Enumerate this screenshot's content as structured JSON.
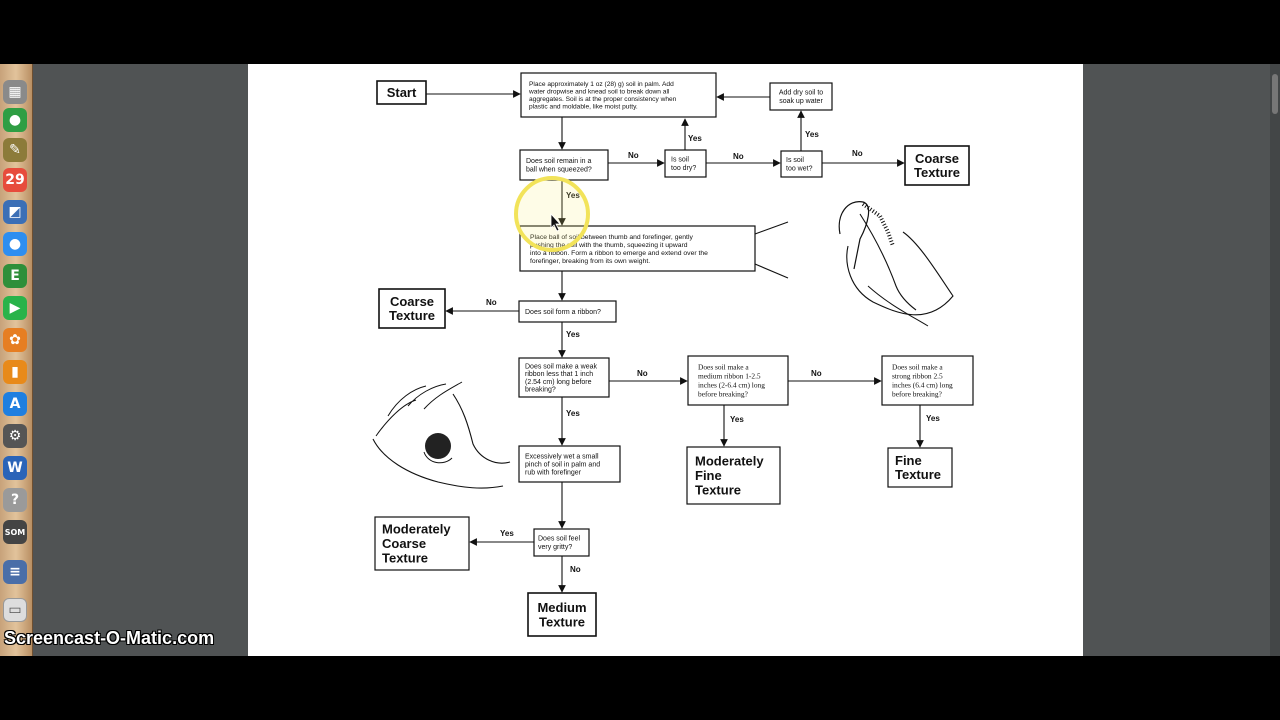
{
  "watermark": "Screencast-O-Matic.com",
  "dock": {
    "items": [
      {
        "name": "launchpad-icon",
        "glyph": "▦",
        "color": "#8a8a8a"
      },
      {
        "name": "chrome-icon",
        "glyph": "●",
        "color": "#2f9e44"
      },
      {
        "name": "notes-icon",
        "glyph": "✎",
        "color": "#8c7b3a"
      },
      {
        "name": "calendar-icon",
        "glyph": "29",
        "color": "#e74c3c"
      },
      {
        "name": "preview-icon",
        "glyph": "◩",
        "color": "#3b6fb6"
      },
      {
        "name": "messages-icon",
        "glyph": "●",
        "color": "#2e8ef0"
      },
      {
        "name": "evernote-icon",
        "glyph": "E",
        "color": "#2f8f3a"
      },
      {
        "name": "facetime-icon",
        "glyph": "▶",
        "color": "#29b34a"
      },
      {
        "name": "photos-icon",
        "glyph": "✿",
        "color": "#e67e22"
      },
      {
        "name": "ibooks-icon",
        "glyph": "▮",
        "color": "#e88a1a"
      },
      {
        "name": "app-store-icon",
        "glyph": "A",
        "color": "#1f7fe0"
      },
      {
        "name": "system-preferences-icon",
        "glyph": "⚙",
        "color": "#555"
      },
      {
        "name": "word-icon",
        "glyph": "W",
        "color": "#2a64b8"
      },
      {
        "name": "help-icon",
        "glyph": "?",
        "color": "#9a9a9a"
      },
      {
        "name": "som-icon",
        "glyph": "SOM",
        "color": "#444"
      },
      {
        "name": "downloads-icon",
        "glyph": "≡",
        "color": "#4a6ea8"
      },
      {
        "name": "document-icon",
        "glyph": "▭",
        "color": "#dddddd"
      }
    ]
  },
  "flowchart": {
    "start": "Start",
    "step_place_soil": [
      "Place approximately 1 oz (28) g) soil in palm. Add",
      "water dropwise and knead soil to break down all",
      "aggregates. Soil is at the proper consistency when",
      "plastic and moldable, like moist putty."
    ],
    "add_dry_soil": [
      "Add dry soil to",
      "soak up water"
    ],
    "q_ball": [
      "Does soil remain in a",
      "ball when squeezed?"
    ],
    "q_too_dry": [
      "Is soil",
      "too dry?"
    ],
    "q_too_wet": [
      "Is soil",
      "too wet?"
    ],
    "coarse_texture_1": [
      "Coarse",
      "Texture"
    ],
    "step_ribbon": [
      "Place ball of soil between thumb and forefinger, gently",
      "pushing the soil with the thumb, squeezing it upward",
      "into a ribbon. Form a ribbon to emerge and extend over the",
      "forefinger, breaking from its own weight."
    ],
    "q_ribbon": "Does soil form a ribbon?",
    "coarse_texture_2": [
      "Coarse",
      "Texture"
    ],
    "q_weak_ribbon": [
      "Does soil make a weak",
      "ribbon less that 1 inch",
      "(2.54 cm) long before",
      "breaking?"
    ],
    "q_medium_ribbon": [
      "Does soil make a",
      "medium ribbon 1-2.5",
      "inches (2-6.4 cm) long",
      "before breaking?"
    ],
    "q_strong_ribbon": [
      "Does soil make a",
      "strong ribbon 2.5",
      "inches (6.4 cm) long",
      "before breaking?"
    ],
    "step_wet_pinch": [
      "Excessively wet a small",
      "pinch of soil in palm and",
      "rub with forefinger"
    ],
    "moderately_fine": [
      "Moderately",
      "Fine",
      "Texture"
    ],
    "fine_texture": [
      "Fine",
      "Texture"
    ],
    "q_gritty": [
      "Does soil feel",
      "very gritty?"
    ],
    "moderately_coarse": [
      "Moderately",
      "Coarse",
      "Texture"
    ],
    "medium_texture": [
      "Medium",
      "Texture"
    ],
    "labels": {
      "yes": "Yes",
      "no": "No"
    }
  }
}
